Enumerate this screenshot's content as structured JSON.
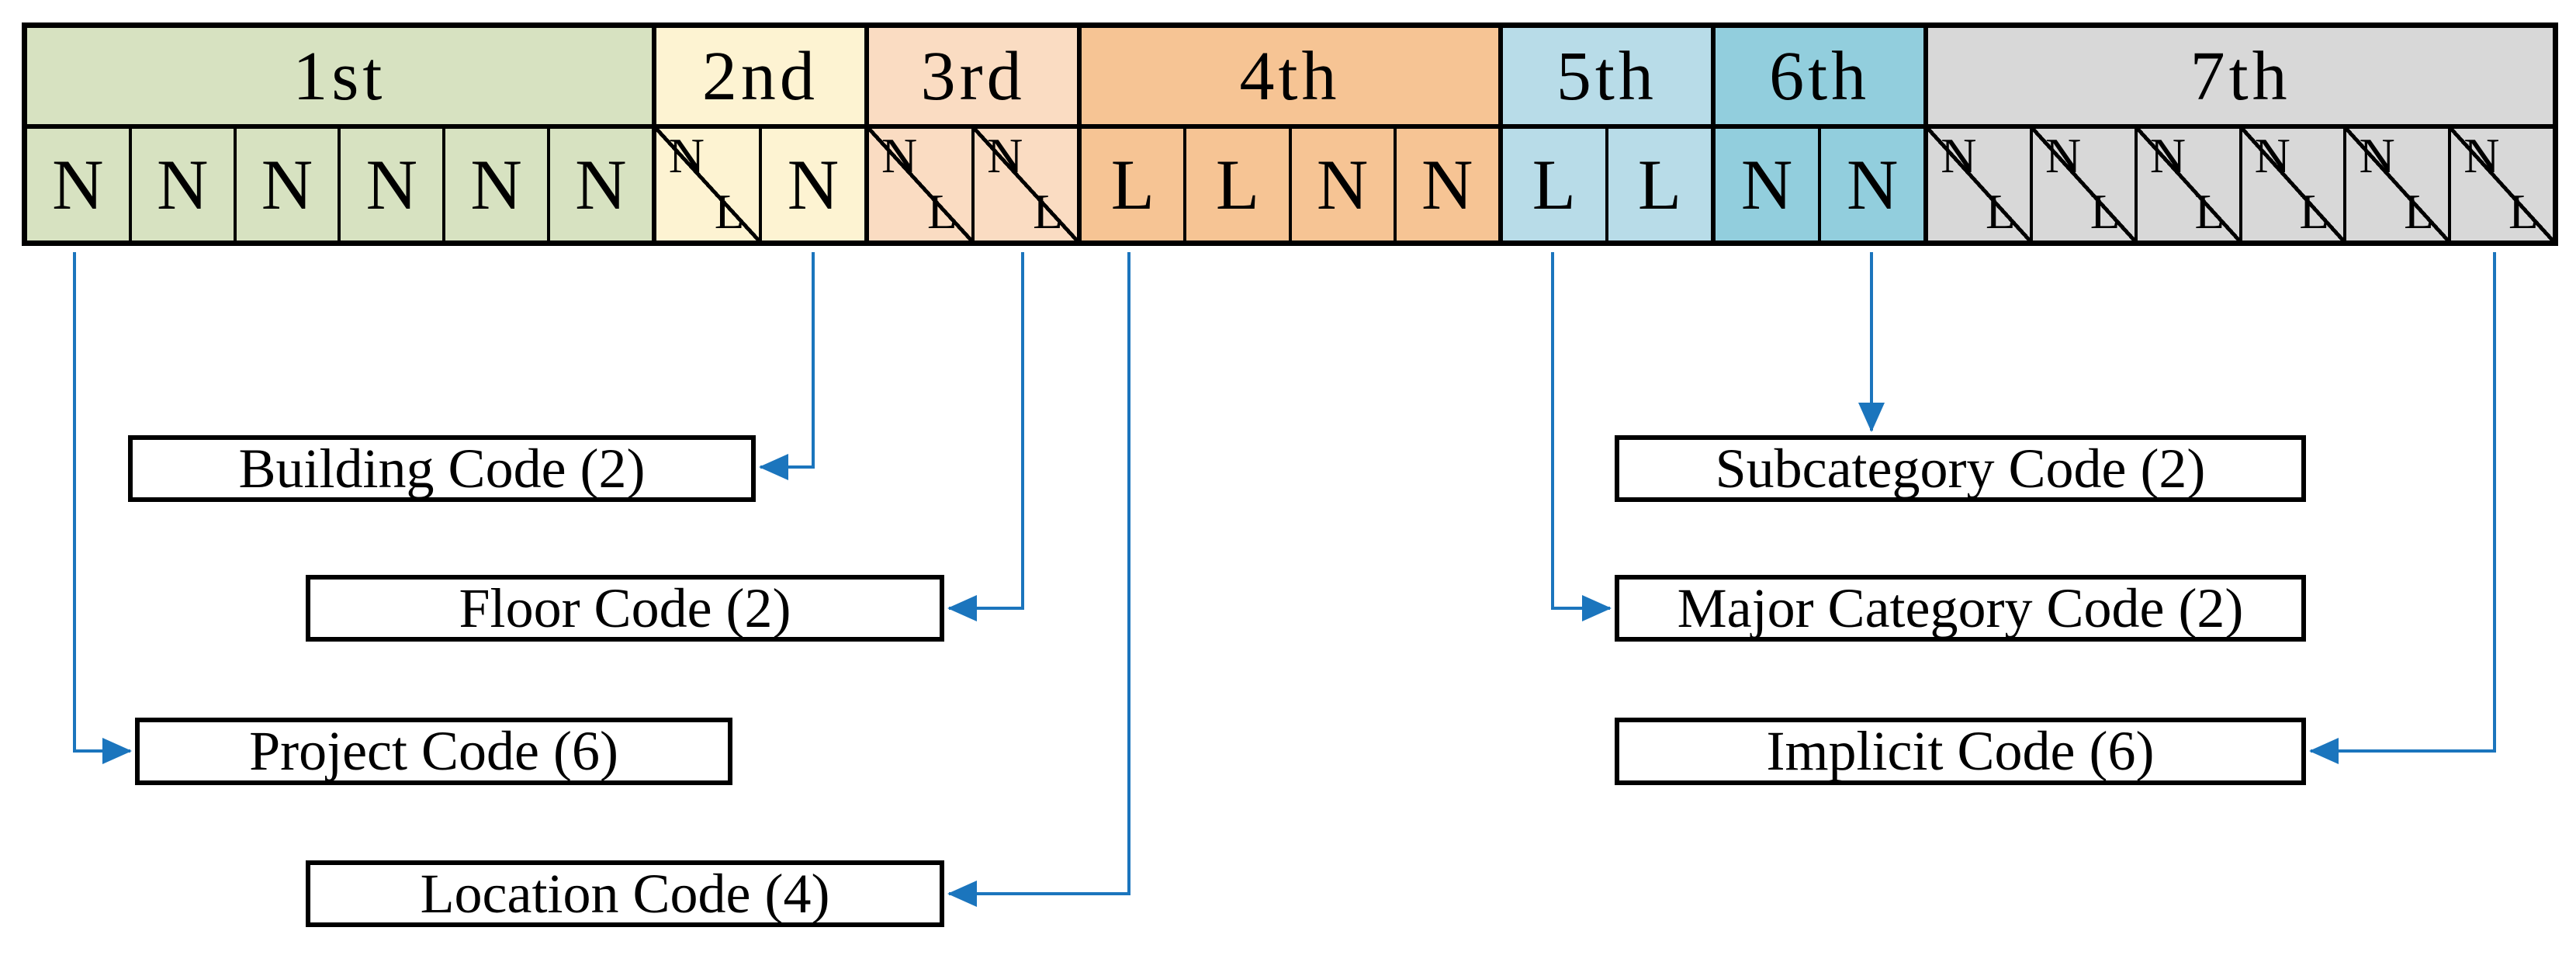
{
  "band": {
    "segments": [
      {
        "label": "1st",
        "color": "#d7e2c1",
        "cells": [
          {
            "letter": "N"
          },
          {
            "letter": "N"
          },
          {
            "letter": "N"
          },
          {
            "letter": "N"
          },
          {
            "letter": "N"
          },
          {
            "letter": "N"
          }
        ]
      },
      {
        "label": "2nd",
        "color": "#fdf3d2",
        "cells": [
          {
            "split": true,
            "top": "N",
            "bottom": "L"
          },
          {
            "letter": "N"
          }
        ]
      },
      {
        "label": "3rd",
        "color": "#fadcc2",
        "cells": [
          {
            "split": true,
            "top": "N",
            "bottom": "L"
          },
          {
            "split": true,
            "top": "N",
            "bottom": "L"
          }
        ]
      },
      {
        "label": "4th",
        "color": "#f6c494",
        "cells": [
          {
            "letter": "L"
          },
          {
            "letter": "L"
          },
          {
            "letter": "N"
          },
          {
            "letter": "N"
          }
        ]
      },
      {
        "label": "5th",
        "color": "#b8dce8",
        "cells": [
          {
            "letter": "L"
          },
          {
            "letter": "L"
          }
        ]
      },
      {
        "label": "6th",
        "color": "#92cedd",
        "cells": [
          {
            "letter": "N"
          },
          {
            "letter": "N"
          }
        ]
      },
      {
        "label": "7th",
        "color": "#d8d8d8",
        "cells": [
          {
            "split": true,
            "top": "N",
            "bottom": "L"
          },
          {
            "split": true,
            "top": "N",
            "bottom": "L"
          },
          {
            "split": true,
            "top": "N",
            "bottom": "L"
          },
          {
            "split": true,
            "top": "N",
            "bottom": "L"
          },
          {
            "split": true,
            "top": "N",
            "bottom": "L"
          },
          {
            "split": true,
            "top": "N",
            "bottom": "L"
          }
        ]
      }
    ]
  },
  "boxes": {
    "building": {
      "label": "Building Code (2)"
    },
    "floor": {
      "label": "Floor Code (2)"
    },
    "project": {
      "label": "Project Code (6)"
    },
    "location": {
      "label": "Location Code (4)"
    },
    "subcategory": {
      "label": "Subcategory Code (2)"
    },
    "major_category": {
      "label": "Major Category Code (2)"
    },
    "implicit": {
      "label": "Implicit Code (6)"
    }
  },
  "colors": {
    "arrow": "#1b75bd",
    "border": "#000000",
    "background": "#ffffff"
  }
}
